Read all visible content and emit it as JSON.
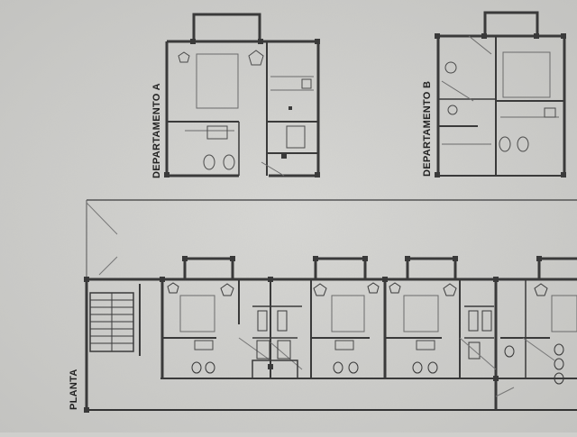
{
  "labels": {
    "unit_a": "DEPARTAMENTO A",
    "unit_b": "DEPARTAMENTO B",
    "plan": "PLANTA"
  },
  "colors": {
    "paper": "#cfcfcc",
    "wall": "#3a3a3a",
    "thin_line": "#6b6b6b",
    "fixture": "#4a4a4a"
  }
}
